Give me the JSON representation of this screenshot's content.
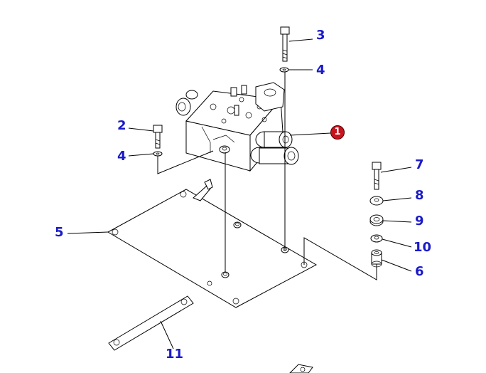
{
  "diagram": {
    "callouts": [
      {
        "id": "c1",
        "label": "1",
        "highlight": true,
        "color": "#c8141e"
      },
      {
        "id": "c2",
        "label": "2"
      },
      {
        "id": "c3",
        "label": "3"
      },
      {
        "id": "c4a",
        "label": "4"
      },
      {
        "id": "c4b",
        "label": "4"
      },
      {
        "id": "c5",
        "label": "5"
      },
      {
        "id": "c6",
        "label": "6"
      },
      {
        "id": "c7",
        "label": "7"
      },
      {
        "id": "c8",
        "label": "8"
      },
      {
        "id": "c9",
        "label": "9"
      },
      {
        "id": "c10",
        "label": "10"
      },
      {
        "id": "c11",
        "label": "11"
      }
    ],
    "label_color": "#1a1ac8"
  }
}
